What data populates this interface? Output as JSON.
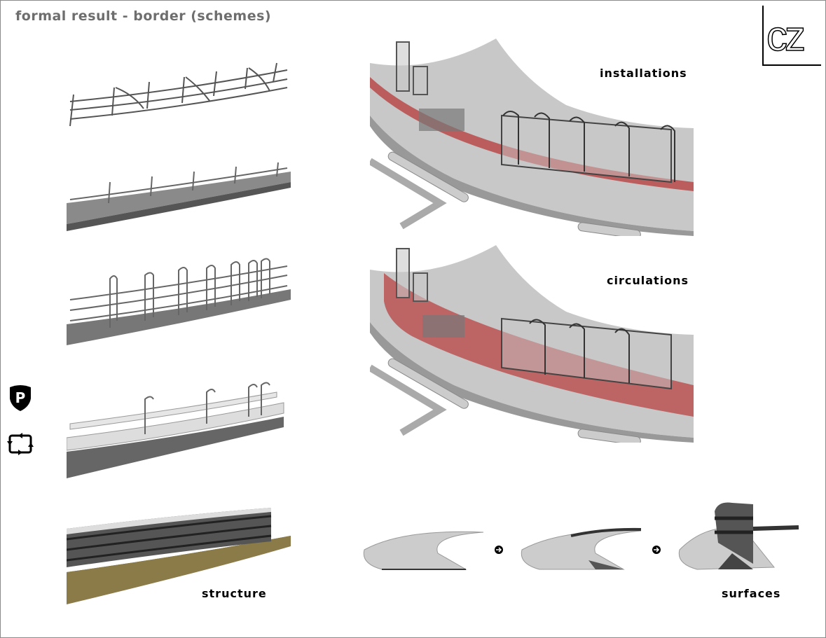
{
  "header": {
    "title": "formal result - border (schemes)"
  },
  "logo": {
    "mark": "cz"
  },
  "labels": {
    "installations": "installations",
    "circulations": "circulations",
    "structure": "structure",
    "surfaces": "surfaces"
  },
  "side_icons": [
    "parking-shield-icon",
    "cycle-arrows-icon"
  ],
  "side_icon_text": {
    "parking": "P"
  },
  "colors": {
    "red": "#b83a3a",
    "gray": "#c8c8c8",
    "ground": "#8a7a4a"
  }
}
